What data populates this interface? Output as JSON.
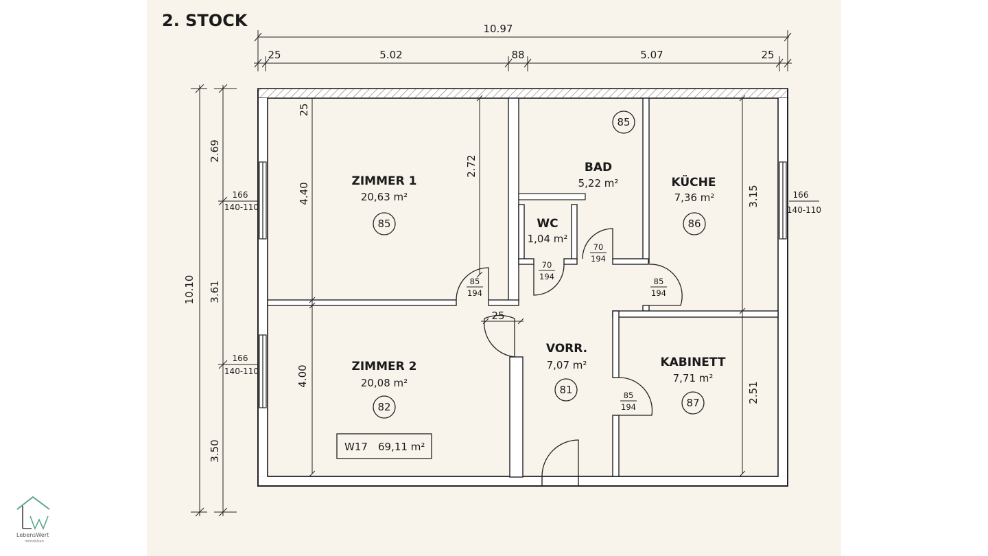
{
  "colors": {
    "paper": "#f8f4ec",
    "ink": "#1a1a1a",
    "wall": "#ffffff",
    "logo": "#5aa58e"
  },
  "title": "2. STOCK",
  "dimensions": {
    "total_width": "10.97",
    "seg_a": "25",
    "seg_b": "5.02",
    "seg_c": "88",
    "seg_d": "5.07",
    "seg_e": "25",
    "total_height": "10.10",
    "height_top": "2.69",
    "height_mid": "3.61",
    "height_bot": "3.50",
    "zimmer1_height": "4.40",
    "zimmer1_sill": "25",
    "zimmer1_inner": "2.72",
    "zimmer2_height": "4.00",
    "kueche_height": "3.15",
    "kabinett_height": "2.51",
    "wall_thickness": "25"
  },
  "rooms": {
    "zimmer1": {
      "name": "ZIMMER 1",
      "area": "20,63 m²",
      "badge": "85"
    },
    "zimmer2": {
      "name": "ZIMMER 2",
      "area": "20,08 m²",
      "badge": "82"
    },
    "bad": {
      "name": "BAD",
      "area": "5,22 m²",
      "badge": "85"
    },
    "wc": {
      "name": "WC",
      "area": "1,04 m²"
    },
    "kueche": {
      "name": "KÜCHE",
      "area": "7,36 m²",
      "badge": "86"
    },
    "vorraum": {
      "name": "VORR.",
      "area": "7,07 m²",
      "badge": "81"
    },
    "kabinett": {
      "name": "KABINETT",
      "area": "7,71 m²",
      "badge": "87"
    }
  },
  "doors": {
    "zimmer1": {
      "w": "85",
      "h": "194"
    },
    "wc": {
      "w": "70",
      "h": "194"
    },
    "bad": {
      "w": "70",
      "h": "194"
    },
    "kueche": {
      "w": "85",
      "h": "194"
    },
    "kabinett": {
      "w": "85",
      "h": "194"
    }
  },
  "windows": {
    "left_top": {
      "w": "166",
      "h": "140-110"
    },
    "left_bottom": {
      "w": "166",
      "h": "140-110"
    },
    "right": {
      "w": "166",
      "h": "140-110"
    }
  },
  "unit": {
    "id": "W17",
    "area": "69,11 m²"
  },
  "logo": {
    "letters": "LW",
    "name": "LebensWert",
    "sub": "Immobilien"
  }
}
